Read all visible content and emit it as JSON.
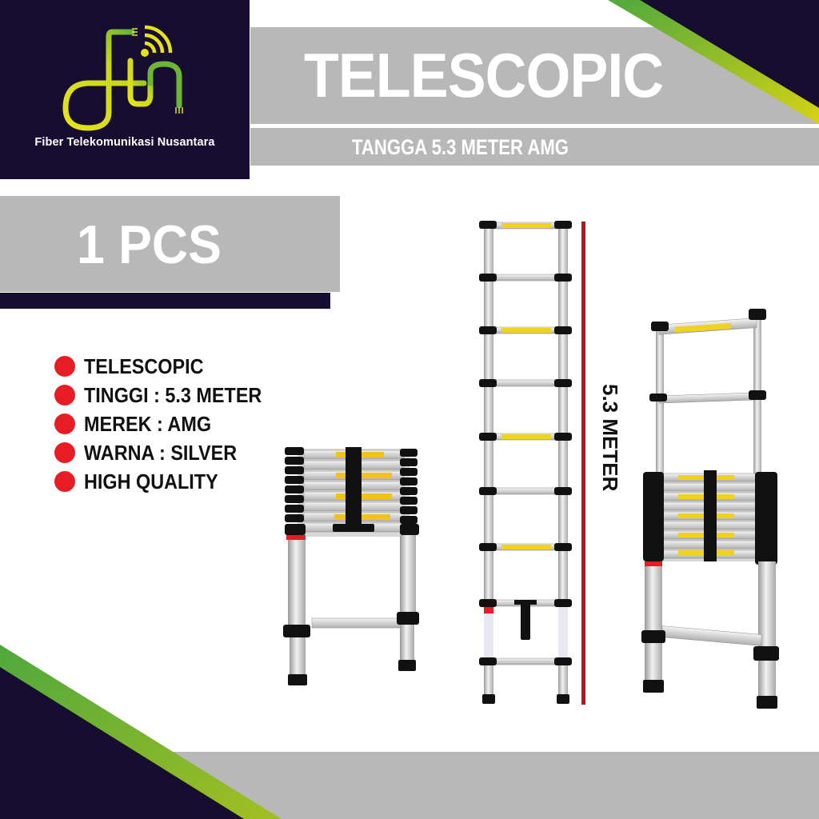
{
  "brand": {
    "company_name": "Fiber Telekomunikasi Nusantara",
    "logo_monogram": "ftn",
    "logo_icon": "wifi-signal-icon",
    "navy": "#160d30",
    "green": "#4fa83d",
    "yellow": "#d6d214"
  },
  "header": {
    "title": "TELESCOPIC",
    "subtitle": "TANGGA 5.3 METER AMG",
    "bar_color": "#b8b8b8"
  },
  "quantity": {
    "label": "1 PCS"
  },
  "features": {
    "bullet_color": "#e81c24",
    "items": [
      {
        "label": "TELESCOPIC"
      },
      {
        "label": "TINGGI : 5.3 METER"
      },
      {
        "label": "MEREK : AMG"
      },
      {
        "label": "WARNA : SILVER"
      },
      {
        "label": "HIGH QUALITY"
      }
    ]
  },
  "product_images": {
    "left": "collapsed-telescopic-ladder",
    "center": "fully-extended-telescopic-ladder",
    "right": "partially-extended-telescopic-ladder"
  },
  "measurement": {
    "label": "5.3 METER",
    "line_color": "#b3161c"
  }
}
